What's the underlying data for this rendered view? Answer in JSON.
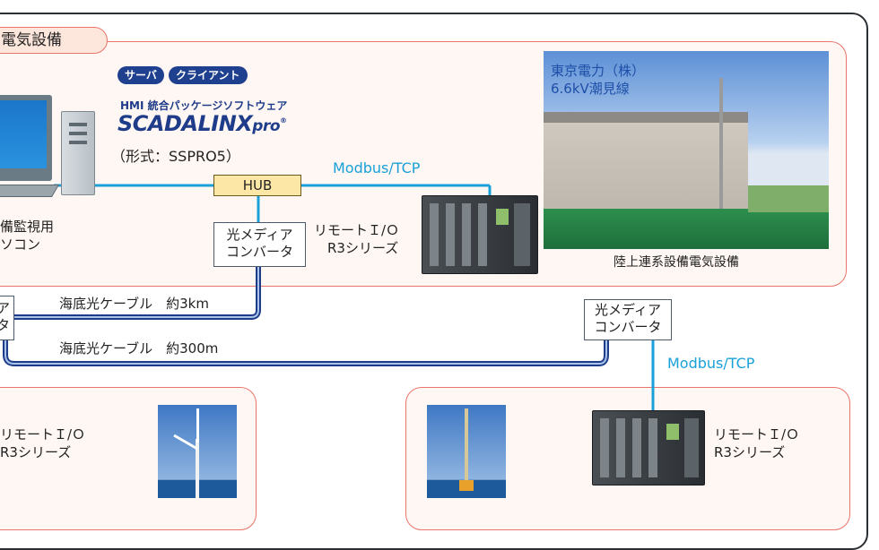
{
  "section_tab": "電気設備",
  "badges": {
    "server": "サーバ",
    "client": "クライアント"
  },
  "software": {
    "caption": "HMI 統合パッケージソフトウェア",
    "logo_main": "SCADALINX",
    "logo_pro": "pro",
    "logo_mark": "®",
    "model": "（形式：SSPRO5）"
  },
  "pc_label": [
    "備監視用",
    "ソコン"
  ],
  "hub": "HUB",
  "protocol_top": "Modbus/TCP",
  "protocol_right": "Modbus/TCP",
  "converter_center": [
    "光メディア",
    "コンバータ"
  ],
  "converter_left": [
    "ア",
    "タ"
  ],
  "converter_right": [
    "光メディア",
    "コンバータ"
  ],
  "remote_io_top": [
    "リモートＩ/Ｏ",
    "R3シリーズ"
  ],
  "remote_io_bottom_right": [
    "リモートＩ/Ｏ",
    "R3シリーズ"
  ],
  "remote_io_bottom_left": [
    "リモートＩ/Ｏ",
    "R3シリーズ"
  ],
  "photo": {
    "callout": [
      "東京電力（株）",
      "6.6kV潮見線"
    ],
    "caption": "陸上連系設備電気設備"
  },
  "cables": {
    "top": "海底光ケーブル　約3km",
    "bottom": "海底光ケーブル　約300m"
  },
  "colors": {
    "panel_border": "#e9756a",
    "panel_fill": "#fff7f3",
    "cable": "#1e3c8a",
    "ethernet": "#1aa0d8",
    "badge": "#1f3f8f"
  }
}
